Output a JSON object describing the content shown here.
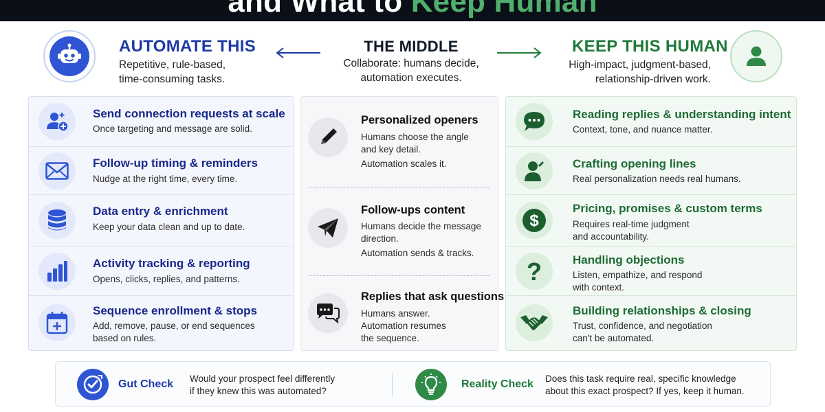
{
  "banner": {
    "title_white": "and What to ",
    "title_green": "Keep Human"
  },
  "colors": {
    "automate": "#1d3aa6",
    "human": "#1f7a3a",
    "dark": "#0b0f17"
  },
  "automate": {
    "title": "AUTOMATE THIS",
    "sub1": "Repetitive, rule-based,",
    "sub2": "time-consuming tasks.",
    "icon": "robot-icon",
    "items": [
      {
        "title": "Send connection requests at scale",
        "desc1": "Once targeting and message are solid.",
        "desc2": "",
        "icon": "add-user-icon"
      },
      {
        "title": "Follow-up timing & reminders",
        "desc1": "Nudge at the right time, every time.",
        "desc2": "",
        "icon": "envelope-icon"
      },
      {
        "title": "Data entry & enrichment",
        "desc1": "Keep your data clean and up to date.",
        "desc2": "",
        "icon": "database-icon"
      },
      {
        "title": "Activity tracking & reporting",
        "desc1": "Opens, clicks, replies, and patterns.",
        "desc2": "",
        "icon": "bar-chart-icon"
      },
      {
        "title": "Sequence enrollment & stops",
        "desc1": "Add, remove, pause, or end sequences",
        "desc2": "based on rules.",
        "icon": "calendar-plus-icon"
      }
    ]
  },
  "middle": {
    "title": "THE MIDDLE",
    "sub1": "Collaborate: humans decide,",
    "sub2": "automation executes.",
    "items": [
      {
        "title": "Personalized openers",
        "line1": "Humans choose the angle",
        "line2": "and key detail.",
        "line3": "Automation scales it.",
        "icon": "pencil-icon"
      },
      {
        "title": "Follow-ups content",
        "line1": "Humans decide the message",
        "line2": "direction.",
        "line3": "Automation sends & tracks.",
        "icon": "paper-plane-icon"
      },
      {
        "title": "Replies that ask questions",
        "line1": "Humans answer.",
        "line2": "Automation resumes",
        "line3": "the sequence.",
        "icon": "chat-bubbles-icon"
      }
    ]
  },
  "human": {
    "title": "KEEP THIS HUMAN",
    "sub1": "High-impact, judgment-based,",
    "sub2": "relationship-driven work.",
    "icon": "person-icon",
    "items": [
      {
        "title": "Reading replies & understanding intent",
        "desc1": "Context, tone, and nuance matter.",
        "desc2": "",
        "icon": "speech-bubble-icon"
      },
      {
        "title": "Crafting opening lines",
        "desc1": "Real personalization needs real humans.",
        "desc2": "",
        "icon": "person-writing-icon"
      },
      {
        "title": "Pricing, promises & custom terms",
        "desc1": "Requires real-time judgment",
        "desc2": "and accountability.",
        "icon": "dollar-icon"
      },
      {
        "title": "Handling objections",
        "desc1": "Listen, empathize, and respond",
        "desc2": "with context.",
        "icon": "question-icon"
      },
      {
        "title": "Building relationships & closing",
        "desc1": "Trust, confidence, and negotiation",
        "desc2": "can't be automated.",
        "icon": "handshake-icon"
      }
    ]
  },
  "checks": {
    "gut": {
      "label": "Gut Check",
      "line1": "Would your prospect feel differently",
      "line2": "if they knew this was automated?",
      "icon": "checkmark-compass-icon"
    },
    "reality": {
      "label": "Reality Check",
      "line1": "Does this task require real, specific knowledge",
      "line2": "about this exact prospect? If yes, keep it human.",
      "icon": "lightbulb-icon"
    }
  }
}
